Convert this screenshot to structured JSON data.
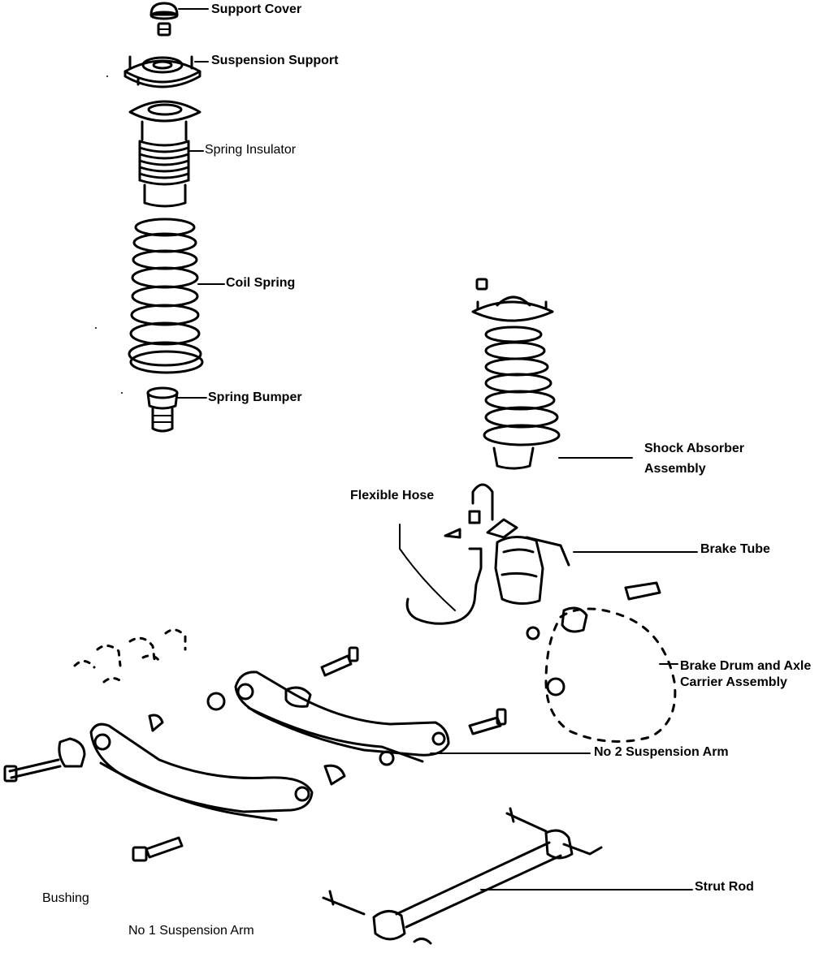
{
  "labels": {
    "support_cover": "Support Cover",
    "suspension_support": "Suspension Support",
    "spring_insulator": "Spring Insulator",
    "coil_spring": "Coil Spring",
    "spring_bumper": "Spring Bumper",
    "shock_absorber_line1": "Shock Absorber",
    "shock_absorber_line2": "Assembly",
    "flexible_hose": "Flexible Hose",
    "brake_tube": "Brake Tube",
    "brake_drum_line1": "Brake Drum and Axle",
    "brake_drum_line2": "Carrier Assembly",
    "no2_suspension_arm": "No  2 Suspension Arm",
    "strut_rod": "Strut Rod",
    "bushing": "Bushing",
    "no1_suspension_arm": "No  1 Suspension Arm"
  },
  "colors": {
    "ink": "#000000",
    "paper": "#ffffff"
  }
}
